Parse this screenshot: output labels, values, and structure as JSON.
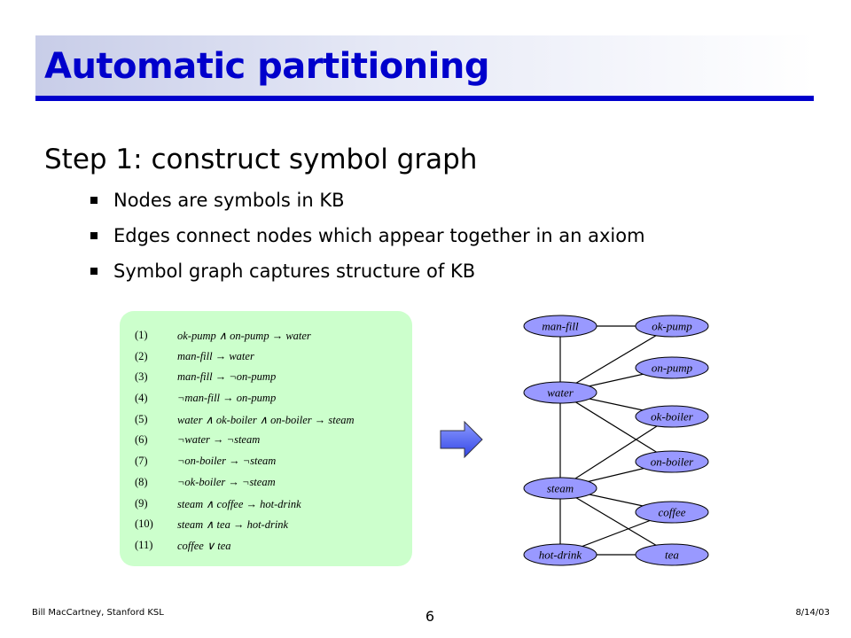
{
  "slide": {
    "title": "Automatic partitioning",
    "heading": "Step 1: construct symbol graph",
    "bullets": [
      "Nodes are symbols in KB",
      "Edges connect nodes which appear together in an axiom",
      "Symbol graph captures structure of KB"
    ]
  },
  "axioms": [
    {
      "num": "(1)",
      "text": "ok-pump ∧ on-pump → water"
    },
    {
      "num": "(2)",
      "text": "man-fill → water"
    },
    {
      "num": "(3)",
      "text": "man-fill → ¬on-pump"
    },
    {
      "num": "(4)",
      "text": "¬man-fill → on-pump"
    },
    {
      "num": "(5)",
      "text": "water ∧ ok-boiler ∧ on-boiler → steam"
    },
    {
      "num": "(6)",
      "text": "¬water → ¬steam"
    },
    {
      "num": "(7)",
      "text": "¬on-boiler → ¬steam"
    },
    {
      "num": "(8)",
      "text": "¬ok-boiler → ¬steam"
    },
    {
      "num": "(9)",
      "text": "steam ∧ coffee → hot-drink"
    },
    {
      "num": "(10)",
      "text": "steam ∧ tea → hot-drink"
    },
    {
      "num": "(11)",
      "text": "coffee ∨ tea"
    }
  ],
  "graph": {
    "nodes": {
      "man_fill": "man-fill",
      "ok_pump": "ok-pump",
      "on_pump": "on-pump",
      "water": "water",
      "ok_boiler": "ok-boiler",
      "on_boiler": "on-boiler",
      "steam": "steam",
      "coffee": "coffee",
      "hot_drink": "hot-drink",
      "tea": "tea"
    },
    "edges": [
      [
        "man_fill",
        "ok_pump"
      ],
      [
        "man_fill",
        "water"
      ],
      [
        "ok_pump",
        "water"
      ],
      [
        "on_pump",
        "water"
      ],
      [
        "water",
        "ok_boiler"
      ],
      [
        "water",
        "on_boiler"
      ],
      [
        "water",
        "steam"
      ],
      [
        "steam",
        "ok_boiler"
      ],
      [
        "steam",
        "on_boiler"
      ],
      [
        "steam",
        "coffee"
      ],
      [
        "steam",
        "tea"
      ],
      [
        "steam",
        "hot_drink"
      ],
      [
        "hot_drink",
        "coffee"
      ],
      [
        "hot_drink",
        "tea"
      ]
    ],
    "node_fill": "#9999ff",
    "arrow_fill": "#5a6dff"
  },
  "colors": {
    "title": "#0000cc",
    "title_rule": "#0000cc",
    "panel": "#ccffcc"
  },
  "footer": {
    "left": "Bill MacCartney, Stanford KSL",
    "page": "6",
    "date": "8/14/03"
  }
}
